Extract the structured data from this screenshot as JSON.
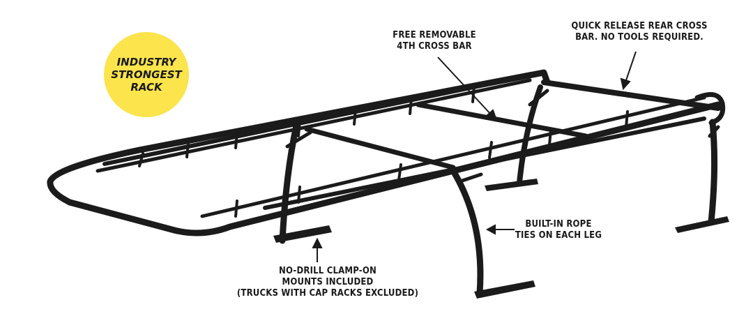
{
  "colors": {
    "badge": "#fbe44c",
    "rack": "#1b1b1b",
    "rack_highlight": "#5a5a5a",
    "text": "#1a1a1a",
    "background": "#ffffff"
  },
  "badge": {
    "lines": [
      "INDUSTRY",
      "STRONGEST",
      "RACK"
    ]
  },
  "callouts": {
    "crossbar": {
      "lines": [
        "FREE REMOVABLE",
        "4TH CROSS BAR"
      ]
    },
    "rear": {
      "lines": [
        "QUICK RELEASE REAR CROSS",
        "BAR. NO TOOLS REQUIRED."
      ]
    },
    "rope": {
      "lines": [
        "BUILT-IN ROPE",
        "TIES ON EACH LEG"
      ]
    },
    "clamp": {
      "lines": [
        "NO-DRILL CLAMP-ON",
        "MOUNTS INCLUDED",
        "(TRUCKS WITH CAP RACKS EXCLUDED)"
      ]
    }
  }
}
